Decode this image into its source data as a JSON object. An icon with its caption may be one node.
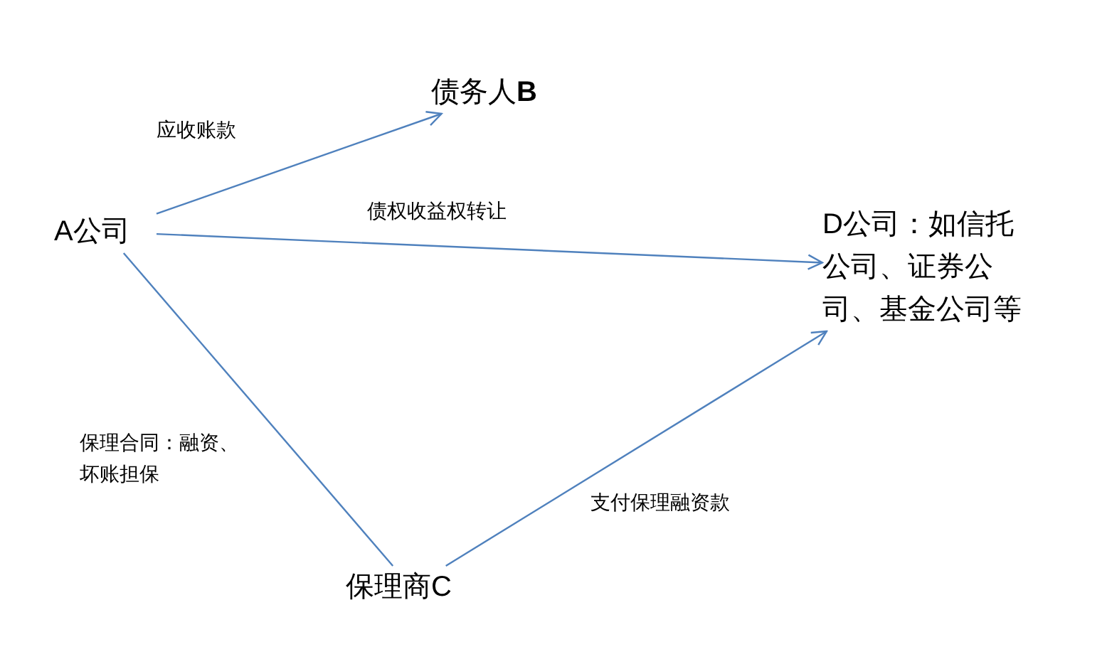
{
  "diagram": {
    "nodes": [
      {
        "text": [
          "A公司"
        ]
      },
      {
        "text": [
          "债务人**B**"
        ]
      },
      {
        "text": [
          "D公司：如信托公司、证券公司、基金公司等"
        ]
      },
      {
        "text": [
          "保理商C"
        ]
      }
    ],
    "edges": [
      {
        "from": 0,
        "to": 1,
        "arrow": "to",
        "label": "应收账款"
      },
      {
        "from": 0,
        "to": 2,
        "arrow": "to",
        "label": "债权收益权转让"
      },
      {
        "from": 0,
        "to": 3,
        "arrow": "none",
        "label": "保理合同：融资、坏账担保"
      },
      {
        "from": 3,
        "to": 2,
        "arrow": "to",
        "label": "支付保理融资款"
      }
    ]
  }
}
